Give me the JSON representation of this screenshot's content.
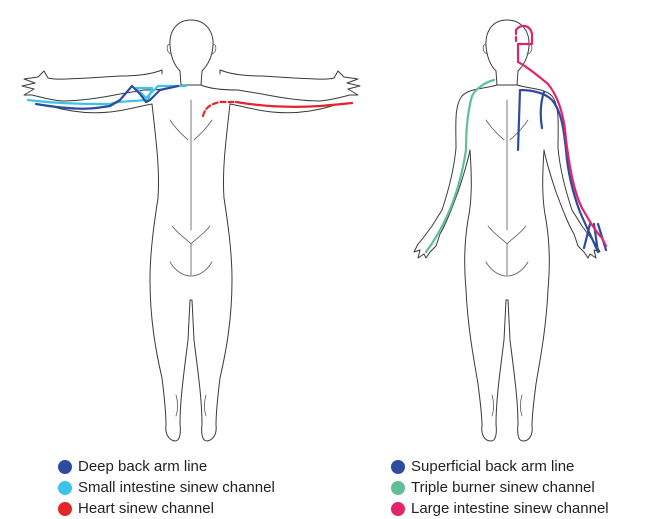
{
  "colors": {
    "deep_back_arm_line": "#2f4b9e",
    "small_intestine": "#3ec3e8",
    "heart": "#e3262b",
    "superficial_back_arm_line": "#2f4b9e",
    "triple_burner": "#5fbf96",
    "large_intestine": "#e2246a",
    "outline": "#3a3a3a"
  },
  "legend_left": [
    {
      "label": "Deep back arm line",
      "color": "#2f4b9e"
    },
    {
      "label": "Small intestine sinew channel",
      "color": "#3ec3e8"
    },
    {
      "label": "Heart sinew channel",
      "color": "#e3262b"
    }
  ],
  "legend_right": [
    {
      "label": "Superficial back arm line",
      "color": "#2f4b9e"
    },
    {
      "label": "Triple burner sinew channel",
      "color": "#5fbf96"
    },
    {
      "label": "Large intestine sinew channel",
      "color": "#e2246a"
    }
  ]
}
